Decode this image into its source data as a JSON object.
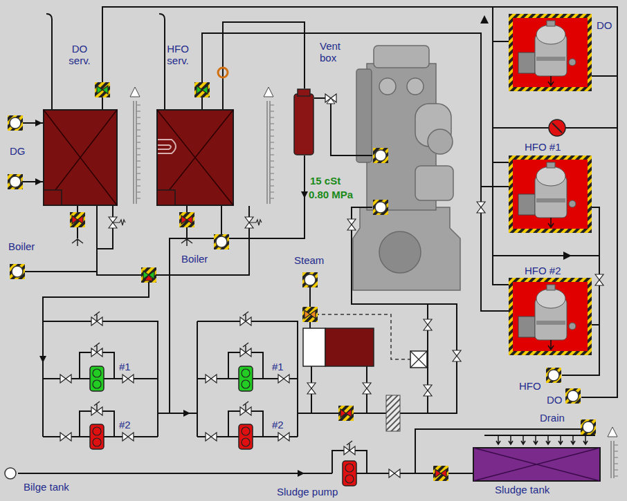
{
  "diagram": {
    "nodes": [
      {
        "text": [
          "DO serv."
        ]
      },
      {
        "text": [
          "HFO serv."
        ]
      },
      {
        "text": [
          "Vent box"
        ]
      },
      {
        "text": [
          "DO"
        ]
      },
      {
        "text": [
          "HFO #1"
        ]
      },
      {
        "text": [
          "HFO #2"
        ]
      },
      {
        "text": [
          "Sludge tank"
        ]
      }
    ],
    "edges": [
      {
        "from": 3,
        "to": 0,
        "arrow": "none"
      },
      {
        "from": 4,
        "to": 1,
        "arrow": "none"
      },
      {
        "from": 5,
        "to": 1,
        "arrow": "none"
      },
      {
        "from": 2,
        "to": 1,
        "arrow": "none"
      }
    ],
    "labels": [
      "DG",
      "Boiler",
      "Boiler",
      "Steam",
      "15 cSt",
      "0.80 MPa",
      "#1",
      "#2",
      "#1",
      "#2",
      "HFO",
      "DO",
      "Drain",
      "Bilge tank",
      "Sludge pump"
    ]
  }
}
